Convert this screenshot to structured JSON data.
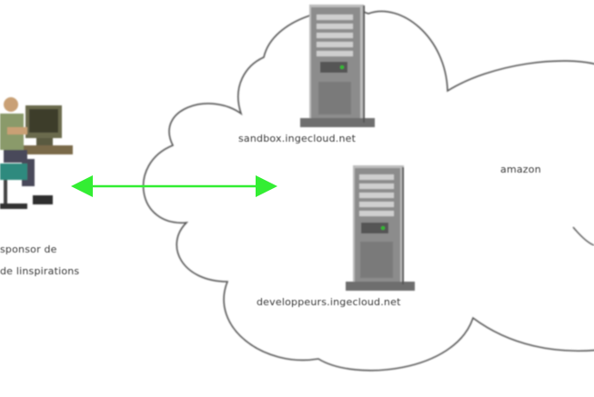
{
  "diagram": {
    "user": {
      "label_line1": "sponsor de",
      "label_line2": "de linspirations",
      "icon": "person-at-computer-icon"
    },
    "servers": [
      {
        "label": "sandbox.ingecloud.net",
        "icon": "server-tower-icon"
      },
      {
        "label": "developpeurs.ingecloud.net",
        "icon": "server-tower-icon"
      }
    ],
    "cloud_label": "amazon",
    "connection": {
      "type": "bidirectional-arrow",
      "color": "#33ee33"
    },
    "colors": {
      "outline": "#555555",
      "server_body": "#8c8c8c",
      "server_dark": "#555555",
      "server_light": "#bdbdbd",
      "led": "#2fbf2f"
    }
  }
}
